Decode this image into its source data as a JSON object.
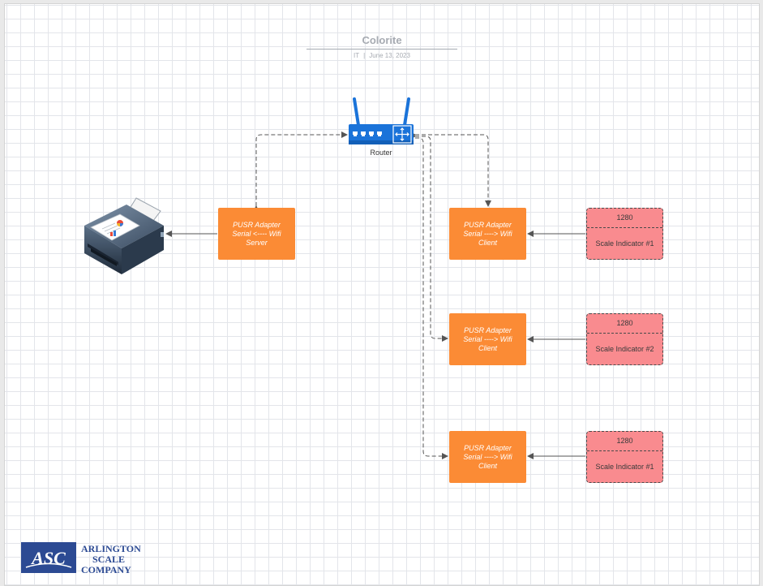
{
  "title": "Colorite",
  "subtitle": {
    "dept": "IT",
    "separator": "|",
    "date": "June 13, 2023"
  },
  "router": {
    "label": "Router"
  },
  "adapters": [
    {
      "lines": [
        "PUSR Adapter",
        "Serial <---- Wifi",
        "Server"
      ]
    },
    {
      "lines": [
        "PUSR Adapter",
        "Serial ----> Wifi",
        "Client"
      ]
    },
    {
      "lines": [
        "PUSR Adapter",
        "Serial ----> Wifi",
        "Client"
      ]
    },
    {
      "lines": [
        "PUSR Adapter",
        "Serial ----> Wifi",
        "Client"
      ]
    }
  ],
  "scales": [
    {
      "id": "1280",
      "label": "Scale Indicator #1"
    },
    {
      "id": "1280",
      "label": "Scale Indicator #2"
    },
    {
      "id": "1280",
      "label": "Scale Indicator #1"
    }
  ],
  "logo": {
    "mark": "ASC",
    "line1": "ARLINGTON",
    "line2": "SCALE",
    "line3": "COMPANY",
    "color": "#2c4a93"
  },
  "colors": {
    "adapter": "#fb8b35",
    "scale": "#f98b8f",
    "router": "#1a73d9",
    "connector": "#555555",
    "title": "#a7abb2"
  },
  "icons": [
    "printer-icon",
    "router-icon",
    "asc-logo"
  ]
}
